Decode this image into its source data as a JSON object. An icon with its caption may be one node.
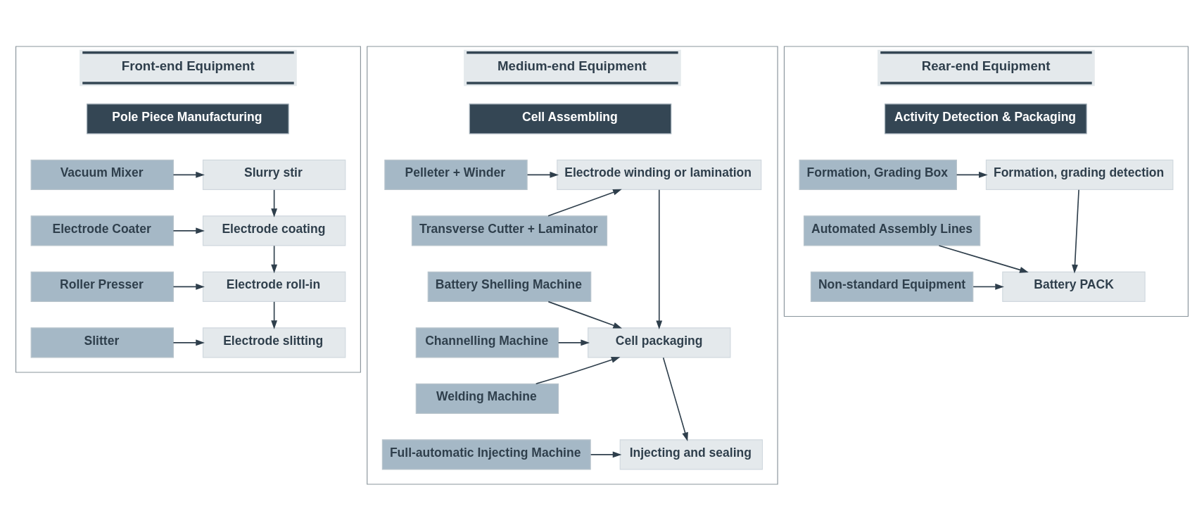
{
  "diagram": {
    "nodes": [
      {
        "text": [
          "Front-end Equipment"
        ]
      },
      {
        "text": [
          "Pole Piece Manufacturing"
        ],
        "in": 0
      },
      {
        "text": [
          "Vacuum Mixer"
        ],
        "in": 0
      },
      {
        "text": [
          "Slurry stir"
        ],
        "in": 0
      },
      {
        "text": [
          "Electrode Coater"
        ],
        "in": 0
      },
      {
        "text": [
          "Electrode coating"
        ],
        "in": 0
      },
      {
        "text": [
          "Roller Presser"
        ],
        "in": 0
      },
      {
        "text": [
          "Electrode roll-in"
        ],
        "in": 0
      },
      {
        "text": [
          "Slitter"
        ],
        "in": 0
      },
      {
        "text": [
          "Electrode slitting"
        ],
        "in": 0
      },
      {
        "text": [
          "Medium-end Equipment"
        ]
      },
      {
        "text": [
          "Cell Assembling"
        ],
        "in": 10
      },
      {
        "text": [
          "Pelleter + Winder"
        ],
        "in": 10
      },
      {
        "text": [
          "Transverse Cutter + Laminator"
        ],
        "in": 10
      },
      {
        "text": [
          "Electrode winding or lamination"
        ],
        "in": 10
      },
      {
        "text": [
          "Battery Shelling Machine"
        ],
        "in": 10
      },
      {
        "text": [
          "Channelling Machine"
        ],
        "in": 10
      },
      {
        "text": [
          "Cell packaging"
        ],
        "in": 10
      },
      {
        "text": [
          "Welding Machine"
        ],
        "in": 10
      },
      {
        "text": [
          "Full-automatic Injecting Machine"
        ],
        "in": 10
      },
      {
        "text": [
          "Injecting and sealing"
        ],
        "in": 10
      },
      {
        "text": [
          "Rear-end Equipment"
        ]
      },
      {
        "text": [
          "Activity Detection & Packaging"
        ],
        "in": 21
      },
      {
        "text": [
          "Formation, Grading Box"
        ],
        "in": 21
      },
      {
        "text": [
          "Formation, grading detection"
        ],
        "in": 21
      },
      {
        "text": [
          "Automated Assembly Lines"
        ],
        "in": 21
      },
      {
        "text": [
          "Non-standard Equipment"
        ],
        "in": 21
      },
      {
        "text": [
          "Battery PACK"
        ],
        "in": 21
      }
    ],
    "edges": [
      {
        "from": 2,
        "to": 3,
        "arrow": "to"
      },
      {
        "from": 3,
        "to": 5,
        "arrow": "to"
      },
      {
        "from": 4,
        "to": 5,
        "arrow": "to"
      },
      {
        "from": 5,
        "to": 7,
        "arrow": "to"
      },
      {
        "from": 6,
        "to": 7,
        "arrow": "to"
      },
      {
        "from": 7,
        "to": 9,
        "arrow": "to"
      },
      {
        "from": 8,
        "to": 9,
        "arrow": "to"
      },
      {
        "from": 12,
        "to": 14,
        "arrow": "to"
      },
      {
        "from": 13,
        "to": 14,
        "arrow": "to"
      },
      {
        "from": 14,
        "to": 17,
        "arrow": "to"
      },
      {
        "from": 15,
        "to": 17,
        "arrow": "to"
      },
      {
        "from": 16,
        "to": 17,
        "arrow": "to"
      },
      {
        "from": 18,
        "to": 17,
        "arrow": "to"
      },
      {
        "from": 17,
        "to": 20,
        "arrow": "to"
      },
      {
        "from": 19,
        "to": 20,
        "arrow": "to"
      },
      {
        "from": 23,
        "to": 24,
        "arrow": "to"
      },
      {
        "from": 24,
        "to": 27,
        "arrow": "to"
      },
      {
        "from": 25,
        "to": 27,
        "arrow": "to"
      },
      {
        "from": 26,
        "to": 27,
        "arrow": "to"
      }
    ]
  }
}
